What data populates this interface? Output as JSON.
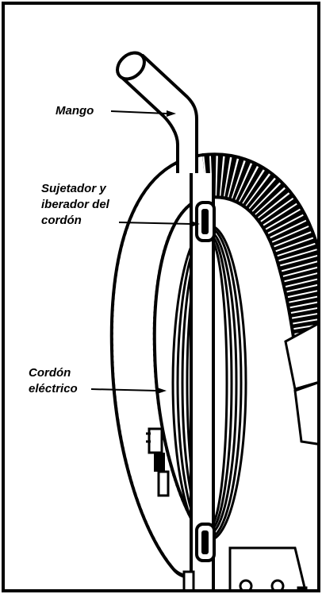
{
  "labels": {
    "handle": "Mango",
    "cord_holder": [
      "Sujetador y",
      "iberador del",
      "cordón"
    ],
    "power_cord": [
      "Cordón",
      "eléctrico"
    ]
  }
}
